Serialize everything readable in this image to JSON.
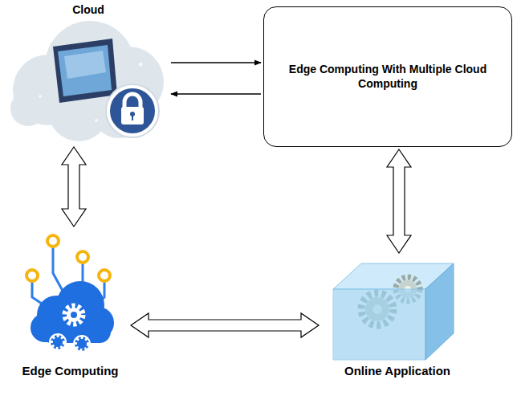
{
  "diagram": {
    "nodes": [
      {
        "text": [
          "Cloud"
        ]
      },
      {
        "text": [
          "Edge Computing With Multiple Cloud Computing"
        ]
      },
      {
        "text": [
          "Edge Computing"
        ]
      },
      {
        "text": [
          "Online Application"
        ]
      }
    ],
    "edges": [
      {
        "from": 0,
        "to": 1,
        "arrow": "to"
      },
      {
        "from": 1,
        "to": 0,
        "arrow": "to"
      },
      {
        "from": 0,
        "to": 2,
        "arrow": "both"
      },
      {
        "from": 1,
        "to": 3,
        "arrow": "both"
      },
      {
        "from": 2,
        "to": 3,
        "arrow": "both"
      }
    ]
  }
}
